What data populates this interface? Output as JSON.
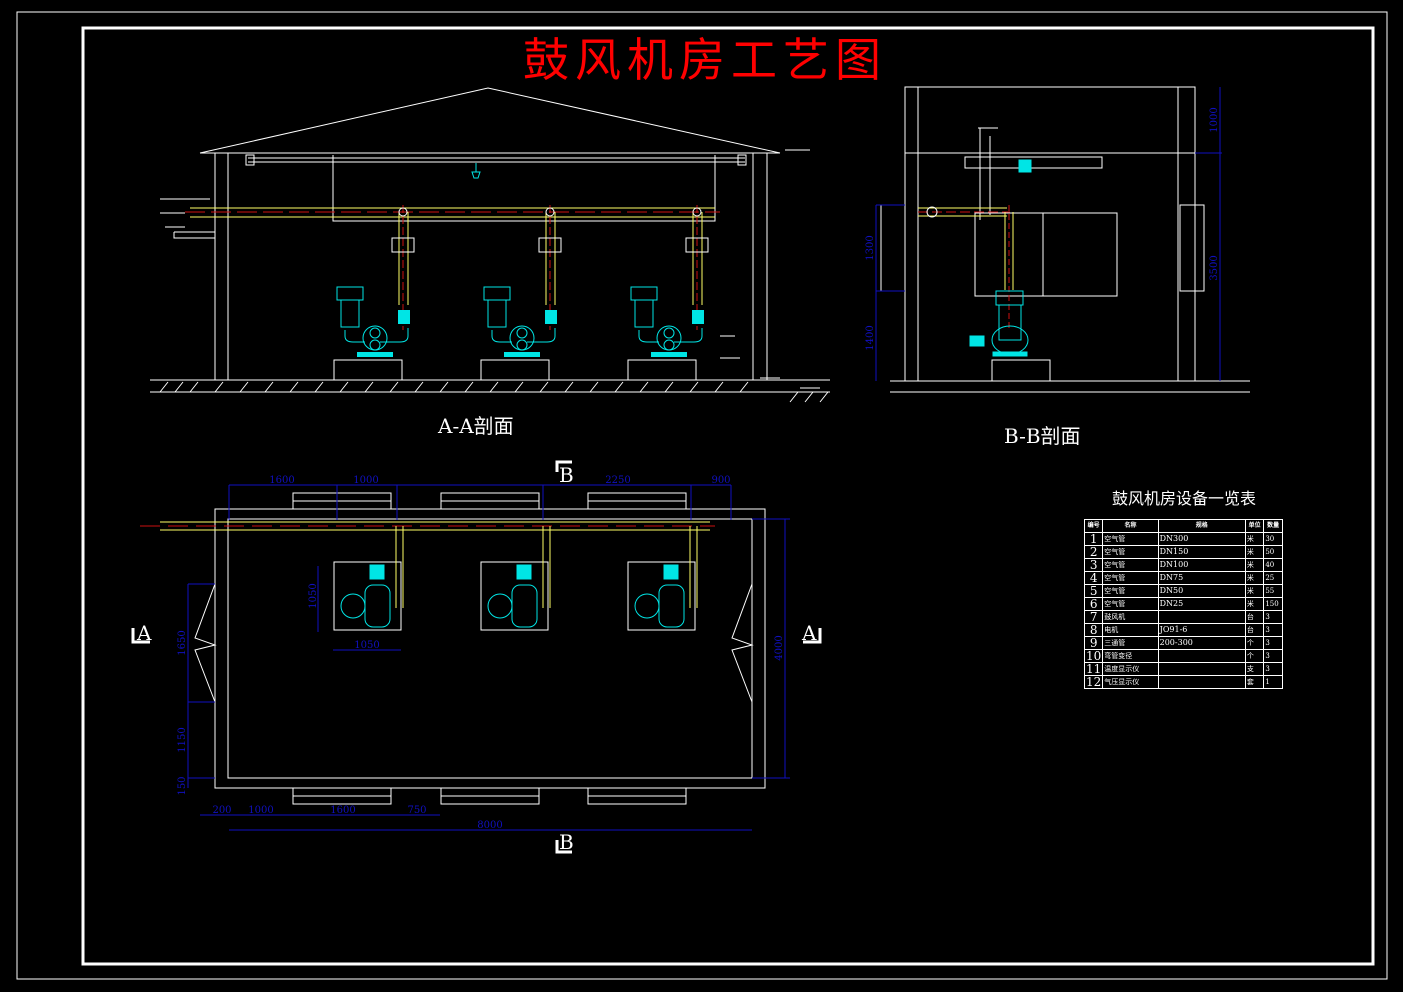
{
  "drawing": {
    "title": "鼓风机房工艺图",
    "colors": {
      "background": "#000000",
      "lines": "#ffffff",
      "title": "#ff0000",
      "dimensions": "#1010c0",
      "equipment": "#00e5e5",
      "pipe_outline": "#ffff66",
      "pipe_center": "#cc1111"
    }
  },
  "sections": {
    "aa_label": "A-A剖面",
    "bb_label": "B-B剖面",
    "section_marks": {
      "a_left": "A",
      "a_right": "A",
      "b_top": "B",
      "b_bottom": "B"
    }
  },
  "bb_dimensions": {
    "left_upper": "1300",
    "left_lower": "1400",
    "right_upper": "1000",
    "right_lower": "3500"
  },
  "plan_dimensions": {
    "top": [
      "1600",
      "1000",
      "2250",
      "900"
    ],
    "bottom": [
      "200",
      "1000",
      "1600",
      "750"
    ],
    "overall_length": "8000",
    "overall_width": "4000",
    "left": [
      "1650",
      "1150",
      "150"
    ],
    "blower_box_w": "1050",
    "blower_box_h": "1050"
  },
  "equipment_table": {
    "title": "鼓风机房设备一览表",
    "headers": [
      "编号",
      "名称",
      "规格",
      "单位",
      "数量"
    ],
    "rows": [
      {
        "no": "1",
        "name": "空气管",
        "spec": "DN300",
        "unit": "米",
        "qty": "30"
      },
      {
        "no": "2",
        "name": "空气管",
        "spec": "DN150",
        "unit": "米",
        "qty": "50"
      },
      {
        "no": "3",
        "name": "空气管",
        "spec": "DN100",
        "unit": "米",
        "qty": "40"
      },
      {
        "no": "4",
        "name": "空气管",
        "spec": "DN75",
        "unit": "米",
        "qty": "25"
      },
      {
        "no": "5",
        "name": "空气管",
        "spec": "DN50",
        "unit": "米",
        "qty": "55"
      },
      {
        "no": "6",
        "name": "空气管",
        "spec": "DN25",
        "unit": "米",
        "qty": "150"
      },
      {
        "no": "7",
        "name": "鼓风机",
        "spec": "",
        "unit": "台",
        "qty": "3"
      },
      {
        "no": "8",
        "name": "电机",
        "spec": "JO91-6",
        "unit": "台",
        "qty": "3"
      },
      {
        "no": "9",
        "name": "三通管",
        "spec": "200-300",
        "unit": "个",
        "qty": "3"
      },
      {
        "no": "10",
        "name": "弯管变径",
        "spec": "",
        "unit": "个",
        "qty": "3"
      },
      {
        "no": "11",
        "name": "温度显示仪",
        "spec": "",
        "unit": "支",
        "qty": "3"
      },
      {
        "no": "12",
        "name": "气压显示仪",
        "spec": "",
        "unit": "套",
        "qty": "1"
      }
    ]
  }
}
